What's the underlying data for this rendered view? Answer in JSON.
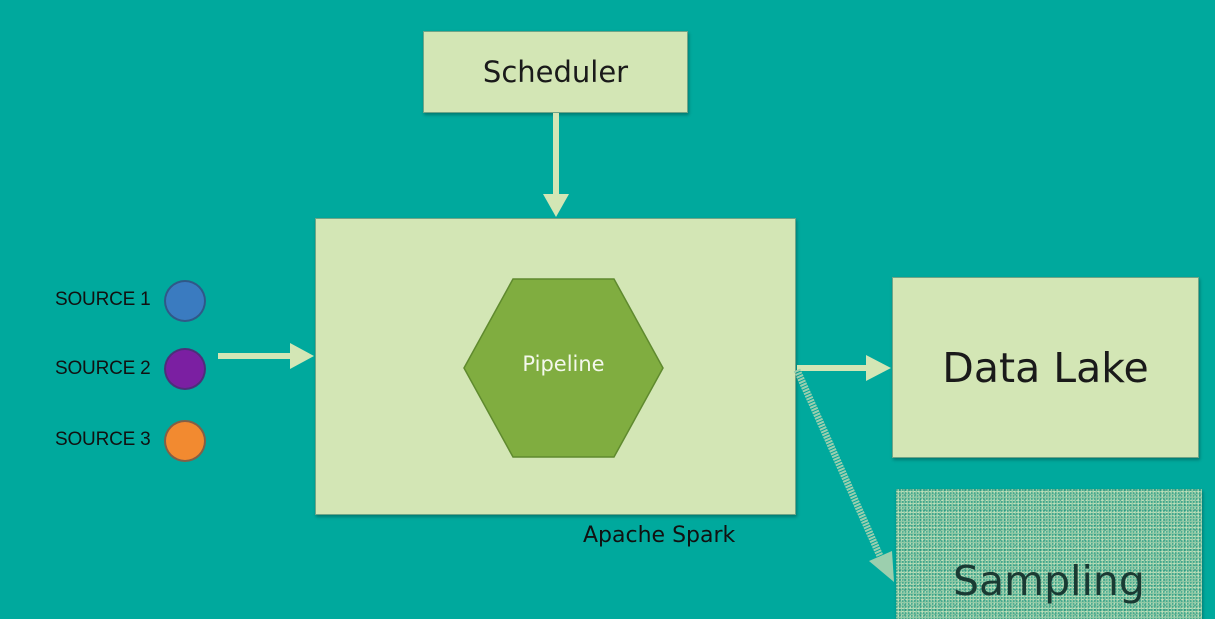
{
  "nodes": {
    "scheduler": "Scheduler",
    "pipeline": "Pipeline",
    "spark_caption": "Apache Spark",
    "data_lake": "Data Lake",
    "sampling": "Sampling"
  },
  "sources": [
    {
      "label": "SOURCE 1",
      "color": "#3a7bc0"
    },
    {
      "label": "SOURCE 2",
      "color": "#7b1fa2"
    },
    {
      "label": "SOURCE 3",
      "color": "#f28a30"
    }
  ],
  "colors": {
    "background": "#00a99d",
    "box_fill": "#d3e6b5",
    "pipeline_fill": "#80ad40",
    "arrow": "#d3e6b5"
  },
  "edges": [
    {
      "from": "Scheduler",
      "to": "Apache Spark"
    },
    {
      "from": "SOURCE",
      "to": "Apache Spark"
    },
    {
      "from": "Apache Spark",
      "to": "Data Lake"
    },
    {
      "from": "Apache Spark",
      "to": "Sampling"
    }
  ]
}
